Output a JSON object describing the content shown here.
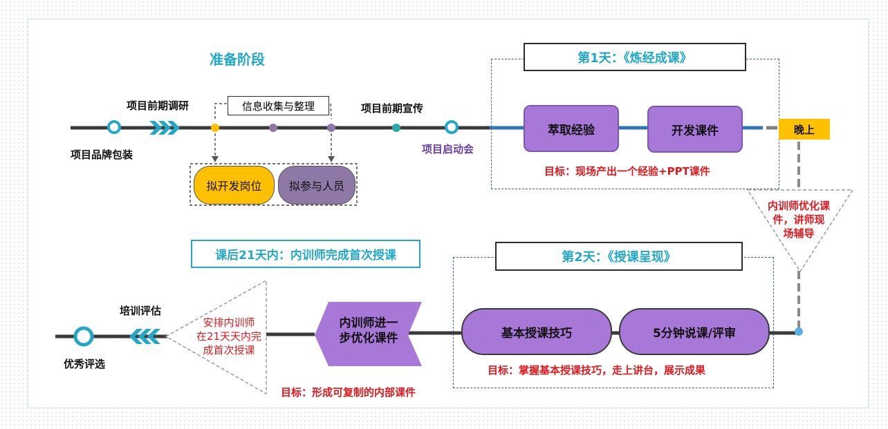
{
  "prep_stage_title": "准备阶段",
  "top_timeline": {
    "brand_packaging": "项目品牌包装",
    "pre_research": "项目前期调研",
    "info_collect": "信息收集与整理",
    "pre_promotion": "项目前期宣传",
    "kickoff": "项目启动会",
    "draft_position": "拟开发岗位",
    "draft_people": "拟参与人员"
  },
  "day1": {
    "title": "第1天：《炼经成课》",
    "step1": "萃取经验",
    "step2": "开发课件",
    "evening": "晚上",
    "goal": "目标：现场产出一个经验+PPT课件"
  },
  "optimize_triangle": "内训师优化课件，讲师现场辅导",
  "optimize_lines": [
    "内训师优化课",
    "件，讲师现",
    "场辅导"
  ],
  "post_course_title": "课后21天内：内训师完成首次授课",
  "day2": {
    "title": "第2天：《授课呈现》",
    "step1": "基本授课技巧",
    "step2": "5分钟说课/评审",
    "goal": "目标：掌握基本授课技巧，走上讲台，展示成果"
  },
  "bottom_timeline": {
    "further_optimize": [
      "内训师进一",
      "步优化课件"
    ],
    "arrange_lines": [
      "安排内训师",
      "在21天天内完",
      "成首次授课"
    ],
    "training_eval": "培训评估",
    "excellence_select": "优秀评选",
    "goal": "目标：形成可复制的内部课件"
  },
  "colors": {
    "cyan": "#22a8c7",
    "purple": "#a878d8",
    "gray_purple": "#8e79a6",
    "amber": "#ffc000",
    "line_dark": "#3a3a3a",
    "line_blue": "#2e75b6",
    "red": "#e0191e"
  }
}
